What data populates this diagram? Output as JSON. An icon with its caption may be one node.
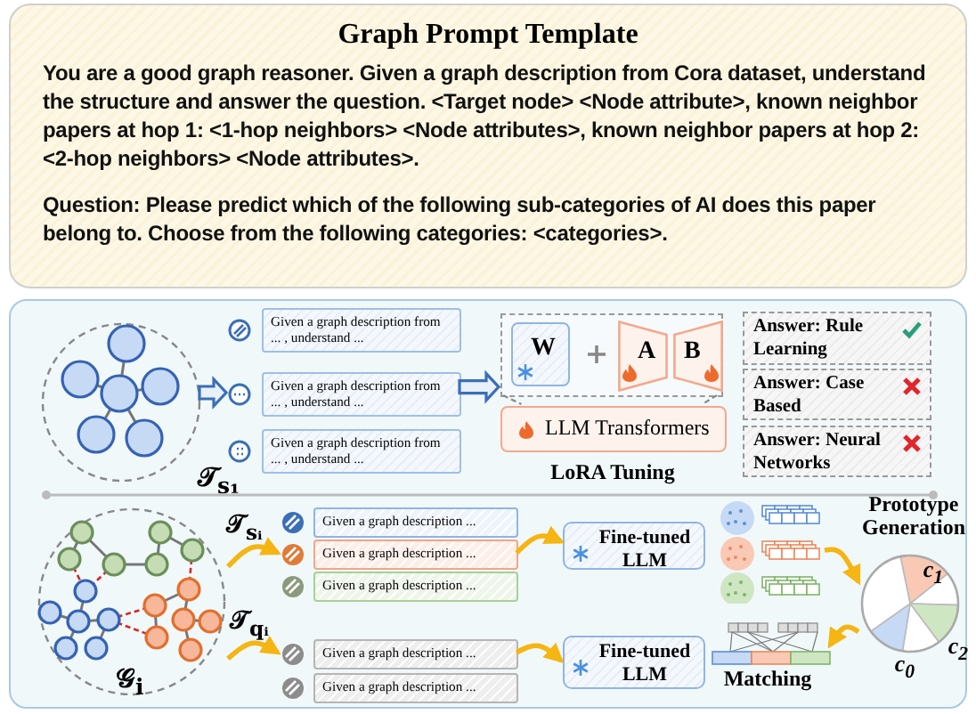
{
  "diagram": {
    "nodes": [
      {
        "text": [
          "Graph Prompt Template",
          "You are a good graph reasoner. Given a graph description from Cora dataset, understand the structure and answer the question. <Target node> <Node attribute>, known neighbor papers at hop 1: <1-hop neighbors> <Node attributes>, known neighbor papers at hop 2: <2-hop neighbors> <Node attributes>.",
          "Question: Please predict which of the following sub-categories of AI does this paper belong to. Choose from the following categories: <categories>."
        ]
      },
      {
        "text": [],
        "shape": "box"
      },
      {
        "text": [],
        "shape": "picture",
        "in": 1,
        "beside": [
          "𝒯$_{s₁}$"
        ]
      },
      {
        "text": [
          "Given a graph description from ... , understand ..."
        ],
        "in": 1
      },
      {
        "text": [
          "Given a graph description from ... , understand ..."
        ],
        "in": 1
      },
      {
        "text": [
          "Given a graph description from ... , understand ..."
        ],
        "in": 1
      },
      {
        "text": [],
        "shape": "box",
        "in": 1
      },
      {
        "text": [
          "W"
        ],
        "in": 6
      },
      {
        "text": [
          "A"
        ],
        "in": 6
      },
      {
        "text": [
          "B"
        ],
        "in": 6
      },
      {
        "text": [
          "LLM Transformers"
        ],
        "in": 1
      },
      {
        "text": [
          "Answer: Rule Learning"
        ],
        "in": 1
      },
      {
        "text": [
          "Answer: Case Based"
        ],
        "in": 1
      },
      {
        "text": [
          "Answer: Neural Networks"
        ],
        "in": 1
      },
      {
        "text": [
          "𝒢$_{i}$"
        ],
        "in": 1
      },
      {
        "text": [
          "Given a graph description ..."
        ],
        "in": 1
      },
      {
        "text": [
          "Given a graph description ..."
        ],
        "in": 1
      },
      {
        "text": [
          "Given a graph description ..."
        ],
        "in": 1
      },
      {
        "text": [
          "Given a graph description ..."
        ],
        "in": 1
      },
      {
        "text": [
          "Given a graph description ..."
        ],
        "in": 1
      },
      {
        "text": [
          "Fine-tuned LLM"
        ],
        "in": 1
      },
      {
        "text": [
          "Fine-tuned LLM"
        ],
        "in": 1
      },
      {
        "text": [],
        "shape": "picture",
        "in": 1
      },
      {
        "text": [],
        "shape": "picture",
        "in": 1
      },
      {
        "text": [],
        "shape": "picture",
        "in": 1
      }
    ],
    "edges": [
      {
        "from": 2,
        "to": 4,
        "arrow": "to",
        "style": "thick",
        "color": "#3b6fb6"
      },
      {
        "from": 4,
        "to": 6,
        "arrow": "to",
        "style": "thick",
        "color": "#3b6fb6"
      },
      {
        "from": 6,
        "to": 10,
        "arrow": "none",
        "style": "dashed",
        "color": "#888888"
      },
      {
        "from": 6,
        "to": 10,
        "arrow": "none",
        "style": "dashed",
        "color": "#888888"
      },
      {
        "from": 14,
        "to": 16,
        "arrow": "to",
        "label": "𝒯$_{sᵢ}$"
      },
      {
        "from": 14,
        "to": 18,
        "arrow": "to",
        "label": "𝒯$_{qᵢ}$"
      },
      {
        "from": 16,
        "to": 20,
        "arrow": "to"
      },
      {
        "from": 18,
        "to": 21,
        "arrow": "to"
      },
      {
        "from": 22,
        "to": 23,
        "arrow": "to"
      },
      {
        "from": 23,
        "to": 24,
        "arrow": "to"
      }
    ],
    "labels": [
      "LoRA Tuning",
      "Prototype Generation",
      "c$_{1}$",
      "c$_{2}$",
      "c$_{0}$",
      "Matching"
    ]
  }
}
